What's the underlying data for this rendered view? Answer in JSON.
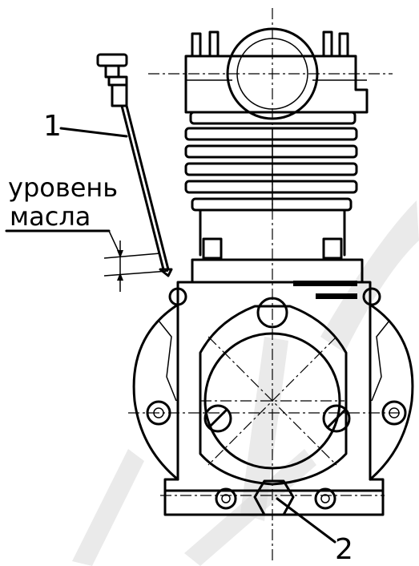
{
  "labels": {
    "oil_level_line1": "уровень",
    "oil_level_line2": "масла",
    "callout_1": "1",
    "callout_2": "2"
  },
  "colors": {
    "ink": "#000000",
    "paper": "#ffffff",
    "watermark": "#d9d9d9"
  }
}
